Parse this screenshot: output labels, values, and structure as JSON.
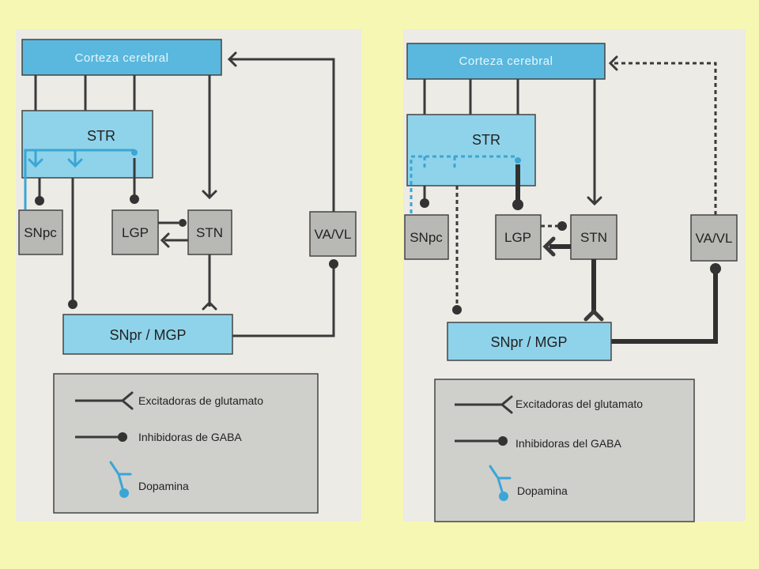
{
  "panels": [
    {
      "id": "normal",
      "cortex": "Corteza cerebral",
      "str": "STR",
      "snpc": "SNpc",
      "lgp": "LGP",
      "stn": "STN",
      "vavl": "VA/VL",
      "snpr": "SNpr / MGP",
      "legend": {
        "excitatory": "Excitadoras de glutamato",
        "inhibitory": "Inhibidoras de GABA",
        "dopamine": "Dopamina"
      }
    },
    {
      "id": "parkinson",
      "cortex": "Corteza cerebral",
      "str": "STR",
      "snpc": "SNpc",
      "lgp": "LGP",
      "stn": "STN",
      "vavl": "VA/VL",
      "snpr": "SNpr / MGP",
      "legend": {
        "excitatory": "Excitadoras del glutamato",
        "inhibitory": "Inhibidoras del GABA",
        "dopamine": "Dopamina"
      }
    }
  ],
  "colors": {
    "background": "#f7f7b4",
    "cyan_box": "#8fd3ea",
    "cortex_box": "#5ab8de",
    "grey_box": "#b8b8b4",
    "dopamine": "#3aa6d6"
  }
}
